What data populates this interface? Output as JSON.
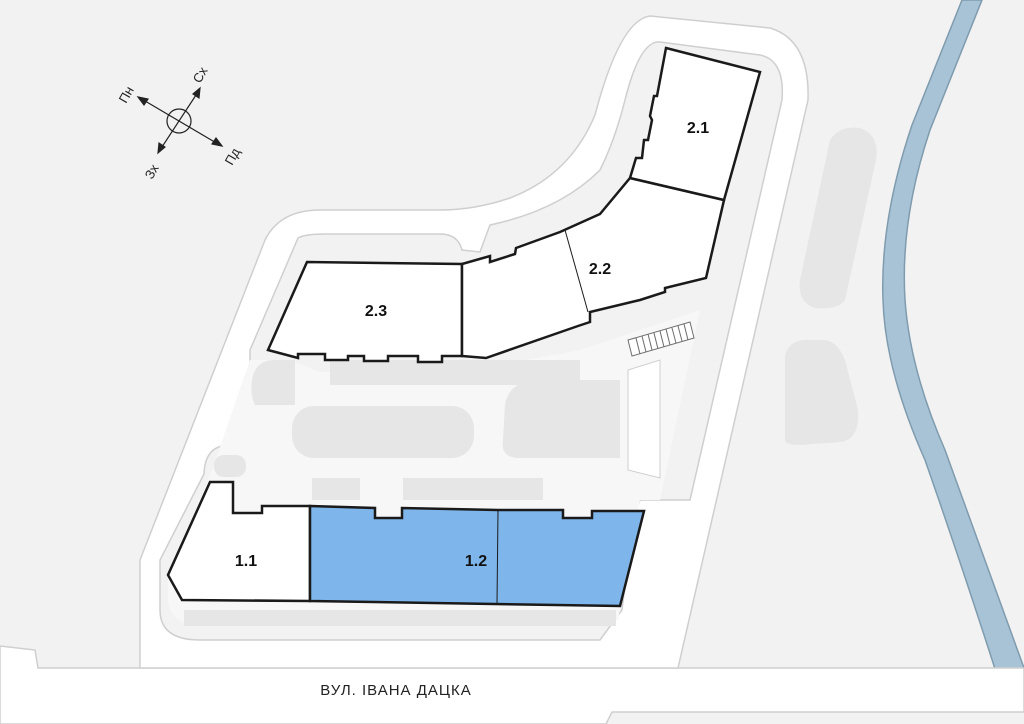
{
  "street": {
    "name": "ВУЛ. ІВАНА ДАЦКА"
  },
  "compass": {
    "north": "Пн",
    "east": "Сх",
    "south": "Пд",
    "west": "Зх"
  },
  "buildings": [
    {
      "id": "1.1",
      "label": "1.1",
      "selected": false
    },
    {
      "id": "1.2",
      "label": "1.2",
      "selected": true
    },
    {
      "id": "2.1",
      "label": "2.1",
      "selected": false
    },
    {
      "id": "2.2",
      "label": "2.2",
      "selected": false
    },
    {
      "id": "2.3",
      "label": "2.3",
      "selected": false
    }
  ],
  "colors": {
    "background": "#f2f2f2",
    "road": "#ffffff",
    "road_edge": "#cfcfcf",
    "parking": "#e6e6e6",
    "river": "#a8c3d6",
    "river_edge": "#7f9bae",
    "building_fill": "#ffffff",
    "building_selected": "#7eb5ea",
    "building_stroke": "#1a1a1a"
  }
}
